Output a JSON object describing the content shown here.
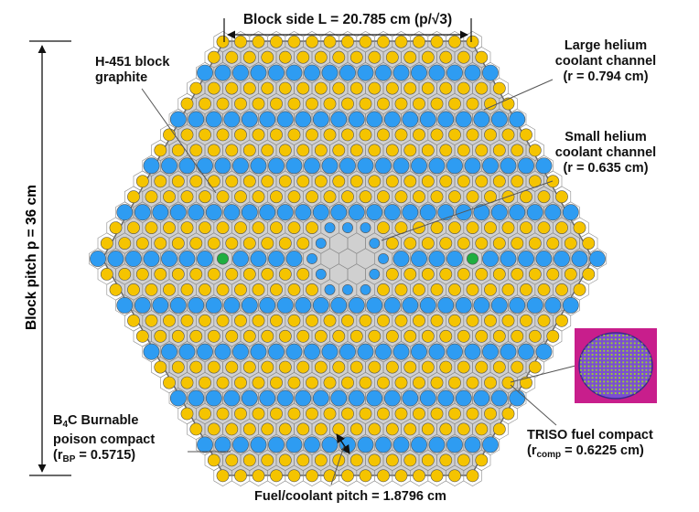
{
  "labels": {
    "block_side": "Block side L = 20.785 cm (p/√3)",
    "block_pitch": "Block pitch p = 36 cm",
    "graphite_line1": "H-451 block",
    "graphite_line2": "graphite",
    "large_channel_line1": "Large helium",
    "large_channel_line2": "coolant channel",
    "large_channel_line3": "(r = 0.794 cm)",
    "small_channel_line1": "Small helium",
    "small_channel_line2": "coolant channel",
    "small_channel_line3": "(r = 0.635 cm)",
    "bp_line1_pre": "B",
    "bp_line1_sub": "4",
    "bp_line1_post": "C Burnable",
    "bp_line2": "poison compact",
    "bp_line3_pre": "(r",
    "bp_line3_sub": "BP",
    "bp_line3_post": " = 0.5715)",
    "triso_line1": "TRISO fuel compact",
    "triso_line2_pre": "(r",
    "triso_line2_sub": "comp",
    "triso_line2_post": " = 0.6225 cm)",
    "pitch": "Fuel/coolant pitch = 1.8796 cm"
  },
  "colors": {
    "graphite": "#d0d0d0",
    "cell_border": "#8a8a8a",
    "fuel": "#f5c400",
    "coolant": "#2e9cf2",
    "burnable_poison": "#1fae3f",
    "triso_background": "#c81e8c",
    "triso_matrix": "#7b4fd0",
    "triso_particle": "#9acd32",
    "leader": "#555555"
  }
}
